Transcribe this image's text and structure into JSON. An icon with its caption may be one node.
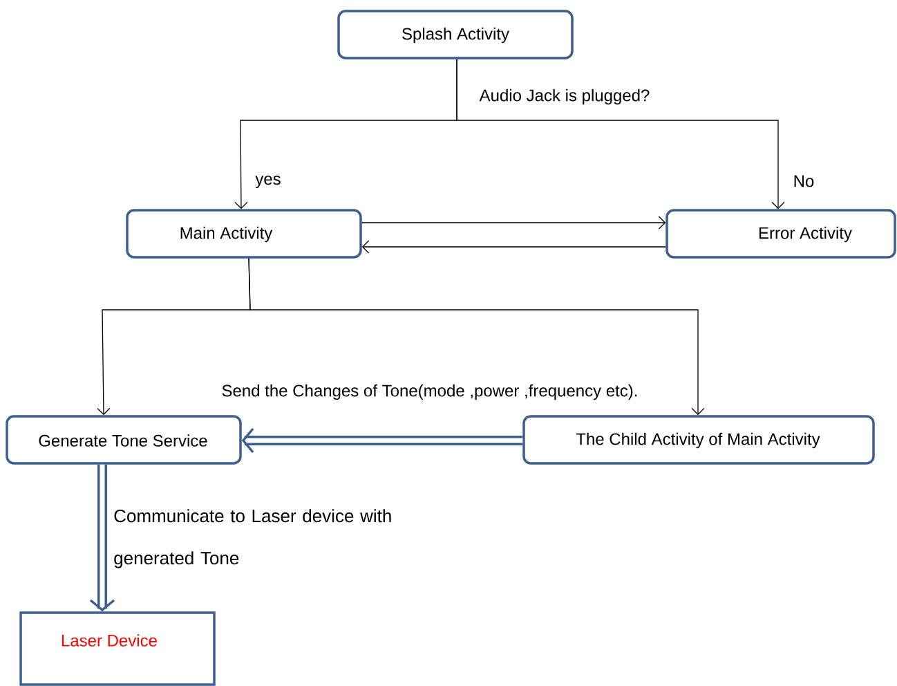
{
  "diagram": {
    "nodes": [
      {
        "text": [
          "Splash Activity"
        ]
      },
      {
        "text": [
          "Main Activity"
        ]
      },
      {
        "text": [
          "Error Activity"
        ]
      },
      {
        "text": [
          "Generate Tone Service"
        ]
      },
      {
        "text": [
          "The Child Activity of Main Activity"
        ]
      },
      {
        "text": [
          "Laser Device"
        ]
      }
    ],
    "edges": [
      {
        "from": 0,
        "to": 1,
        "arrow": "to",
        "label": "yes"
      },
      {
        "from": 0,
        "to": 2,
        "arrow": "to",
        "label": "No"
      },
      {
        "from": 1,
        "to": 2,
        "arrow": "to"
      },
      {
        "from": 2,
        "to": 1,
        "arrow": "to"
      },
      {
        "from": 1,
        "to": 3,
        "arrow": "to"
      },
      {
        "from": 1,
        "to": 4,
        "arrow": "to"
      },
      {
        "from": 4,
        "to": 3,
        "arrow": "to",
        "style": "thick",
        "color": "#3c5f8f",
        "label": "Send the Changes of Tone(mode ,power ,frequency etc)."
      },
      {
        "from": 3,
        "to": 5,
        "arrow": "to",
        "style": "thick",
        "color": "#3c5f8f",
        "label": "Communicate to Laser device with generated Tone"
      }
    ],
    "labels": [
      "Audio Jack is plugged?"
    ]
  }
}
